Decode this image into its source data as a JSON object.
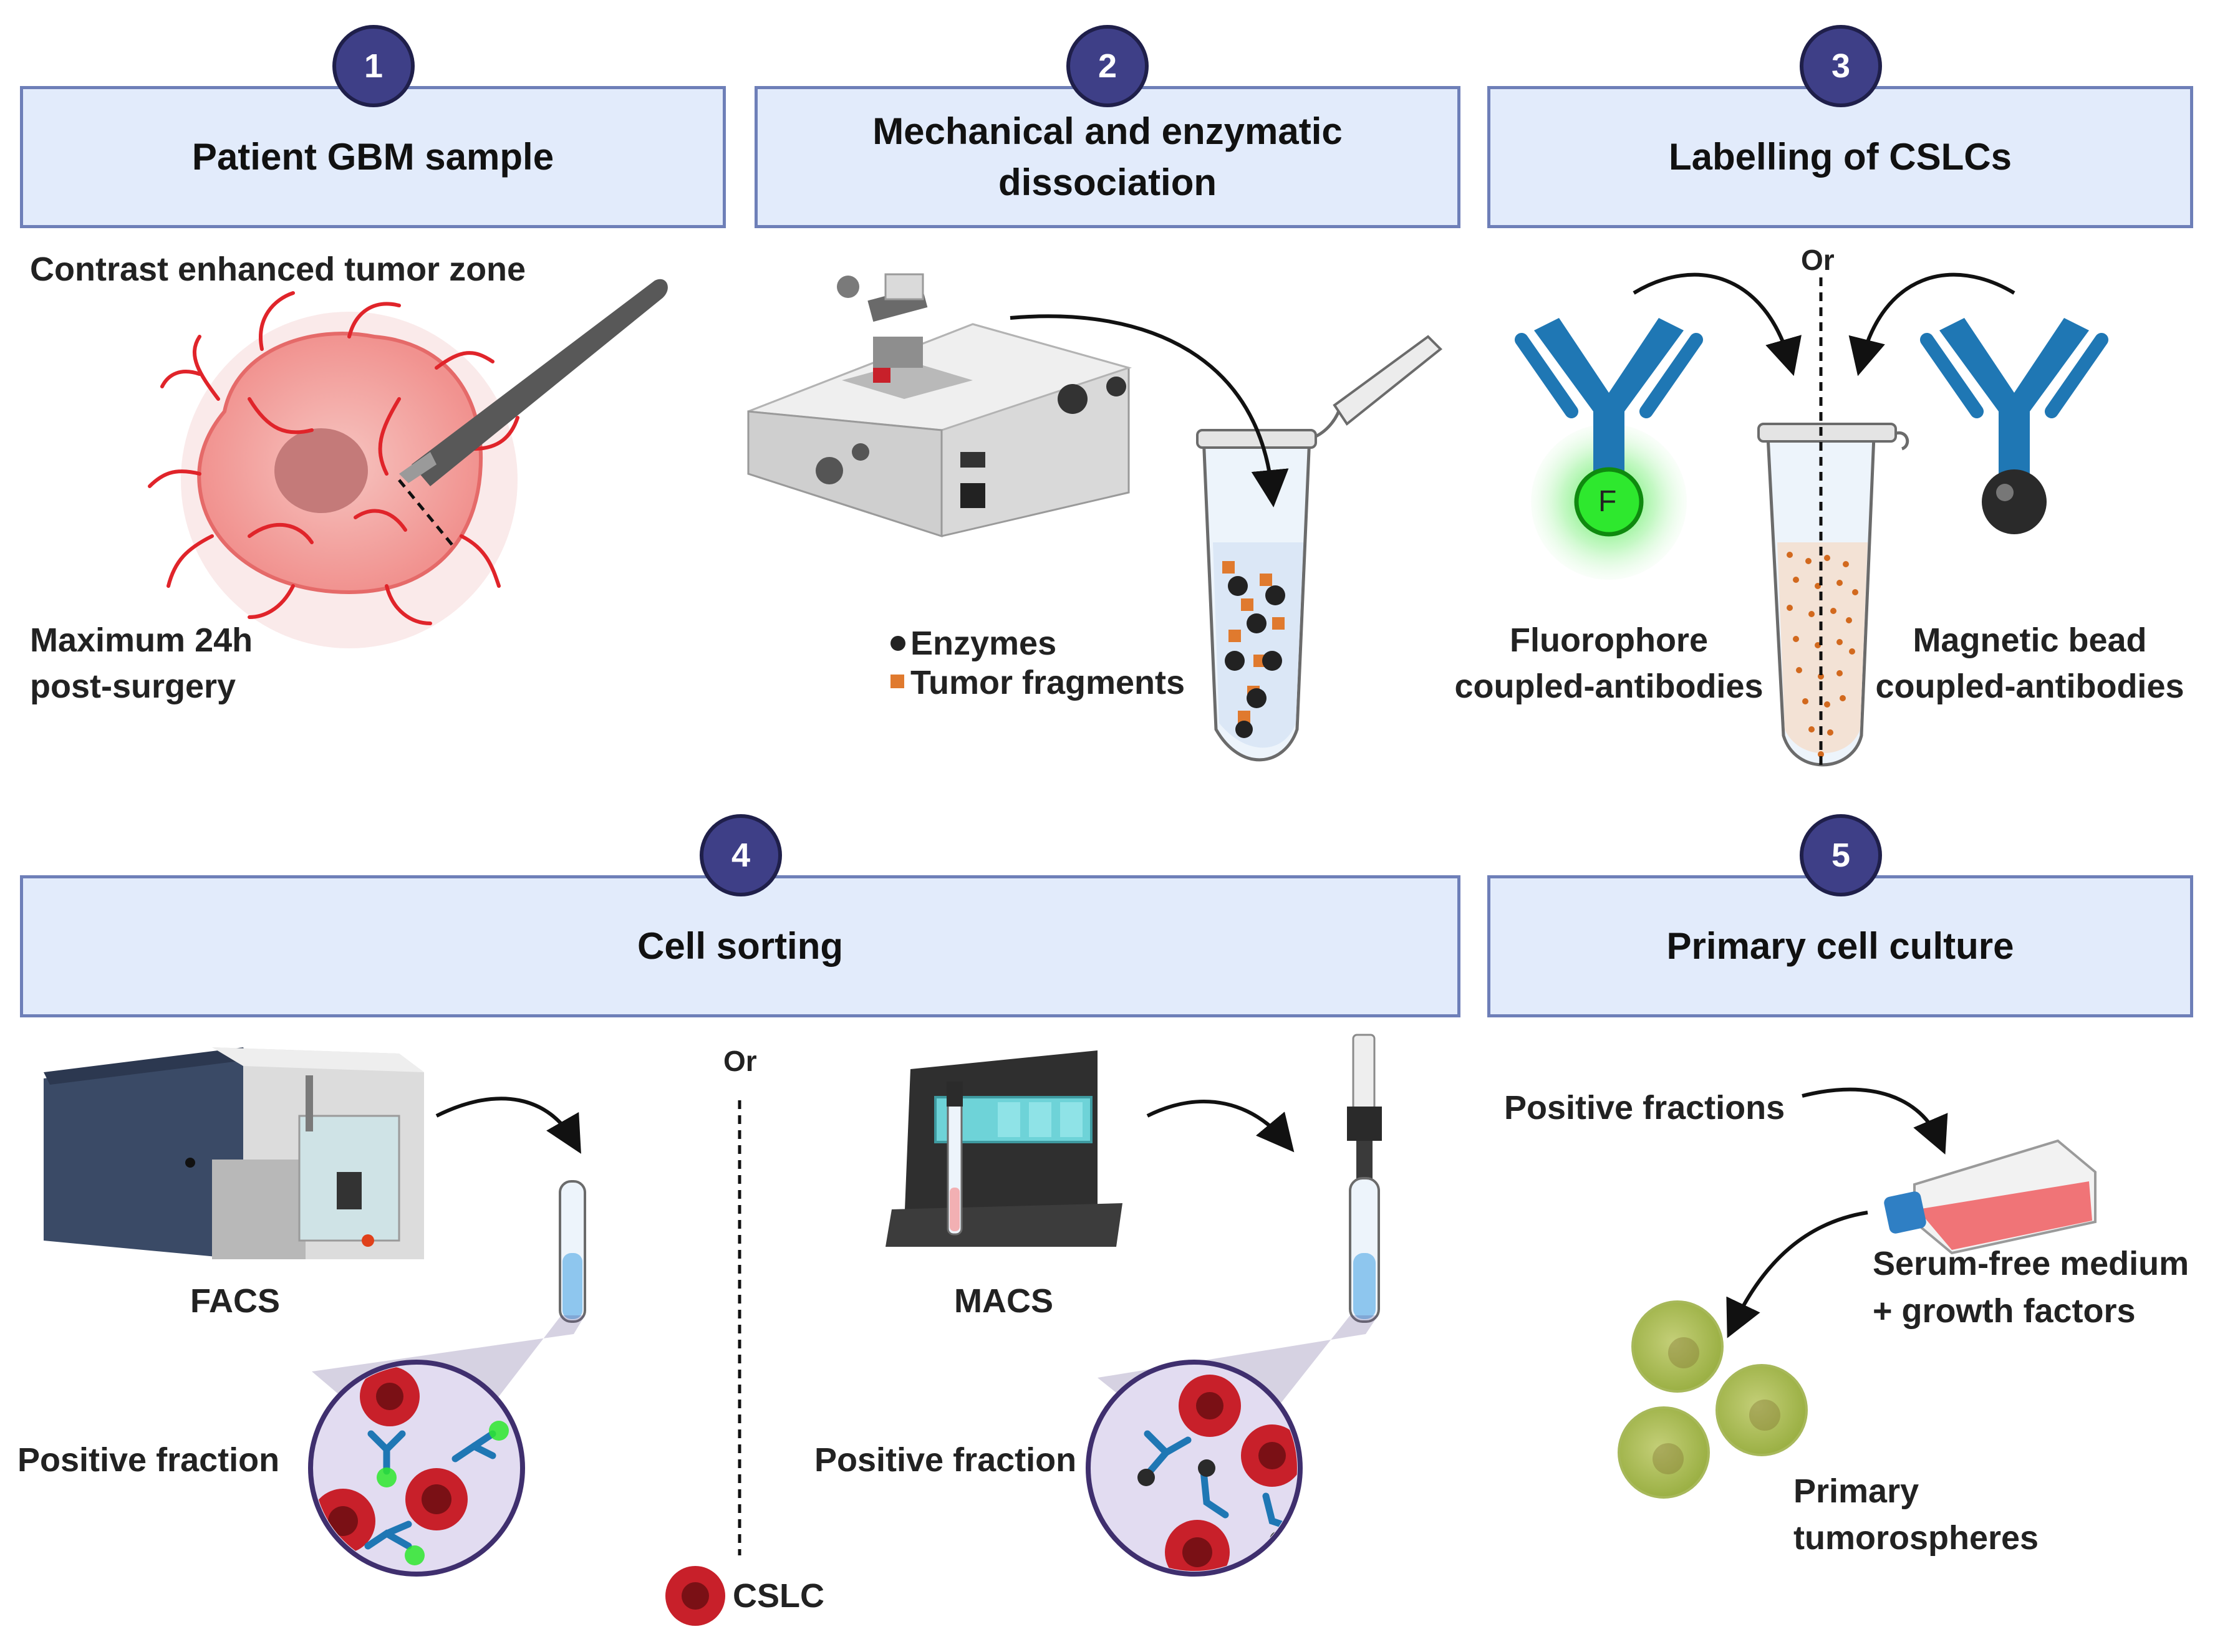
{
  "steps": [
    {
      "number": "1",
      "title": "Patient GBM sample"
    },
    {
      "number": "2",
      "title": "Mechanical and enzymatic dissociation"
    },
    {
      "number": "3",
      "title": "Labelling of CSLCs"
    },
    {
      "number": "4",
      "title": "Cell sorting"
    },
    {
      "number": "5",
      "title": "Primary cell culture"
    }
  ],
  "step1": {
    "zone_label": "Contrast enhanced tumor zone",
    "time_label_line1": "Maximum 24h",
    "time_label_line2": "post-surgery"
  },
  "step2": {
    "legend_enzymes": "Enzymes",
    "legend_fragments": "Tumor fragments"
  },
  "step3": {
    "or_label": "Or",
    "fluor_letter": "F",
    "fluor_line1": "Fluorophore",
    "fluor_line2": "coupled-antibodies",
    "magnetic_line1": "Magnetic bead",
    "magnetic_line2": "coupled-antibodies"
  },
  "step4": {
    "facs_label": "FACS",
    "macs_label": "MACS",
    "or_label": "Or",
    "positive_fraction_left": "Positive fraction",
    "positive_fraction_right": "Positive fraction",
    "cslc_label": "CSLC"
  },
  "step5": {
    "positive_fractions": "Positive fractions",
    "medium_line1": "Serum-free medium",
    "medium_line2": "+ growth factors",
    "spheres_line1": "Primary",
    "spheres_line2": "tumorospheres"
  },
  "colors": {
    "box_fill": "#e2ebfb",
    "box_border": "#6e7fb8",
    "badge": "#3e3f87",
    "antibody": "#1f77b4",
    "cslc": "#c8202a",
    "fluor_green": "#2ee82e",
    "vessel_red": "#e0242a"
  }
}
